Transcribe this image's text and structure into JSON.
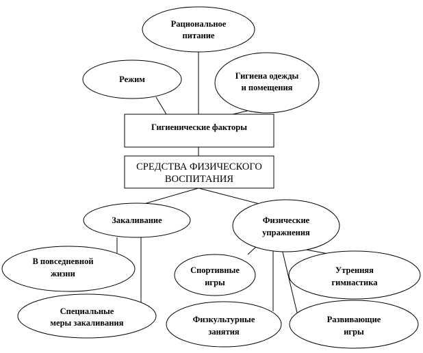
{
  "diagram": {
    "nodes": {
      "nutrition": [
        "Рациональное",
        "питание"
      ],
      "regime": [
        "Режим"
      ],
      "hygiene_clothes": [
        "Гигиена одежды",
        "и помещения"
      ],
      "hygienic_factors": [
        "Гигиенические факторы"
      ],
      "means": [
        "СРЕДСТВА ФИЗИЧЕСКОГО",
        "ВОСПИТАНИЯ"
      ],
      "hardening": [
        "Закаливание"
      ],
      "exercises": [
        "Физические",
        "упражнения"
      ],
      "everyday": [
        "В повседневной",
        "жизни"
      ],
      "special": [
        "Специальные",
        "меры закаливания"
      ],
      "sport_games": [
        "Спортивные",
        "игры"
      ],
      "morning": [
        "Утренняя",
        "гимнастика"
      ],
      "pe_classes": [
        "Физкультурные",
        "занятия"
      ],
      "dev_games": [
        "Развивающие",
        "игры"
      ]
    }
  }
}
